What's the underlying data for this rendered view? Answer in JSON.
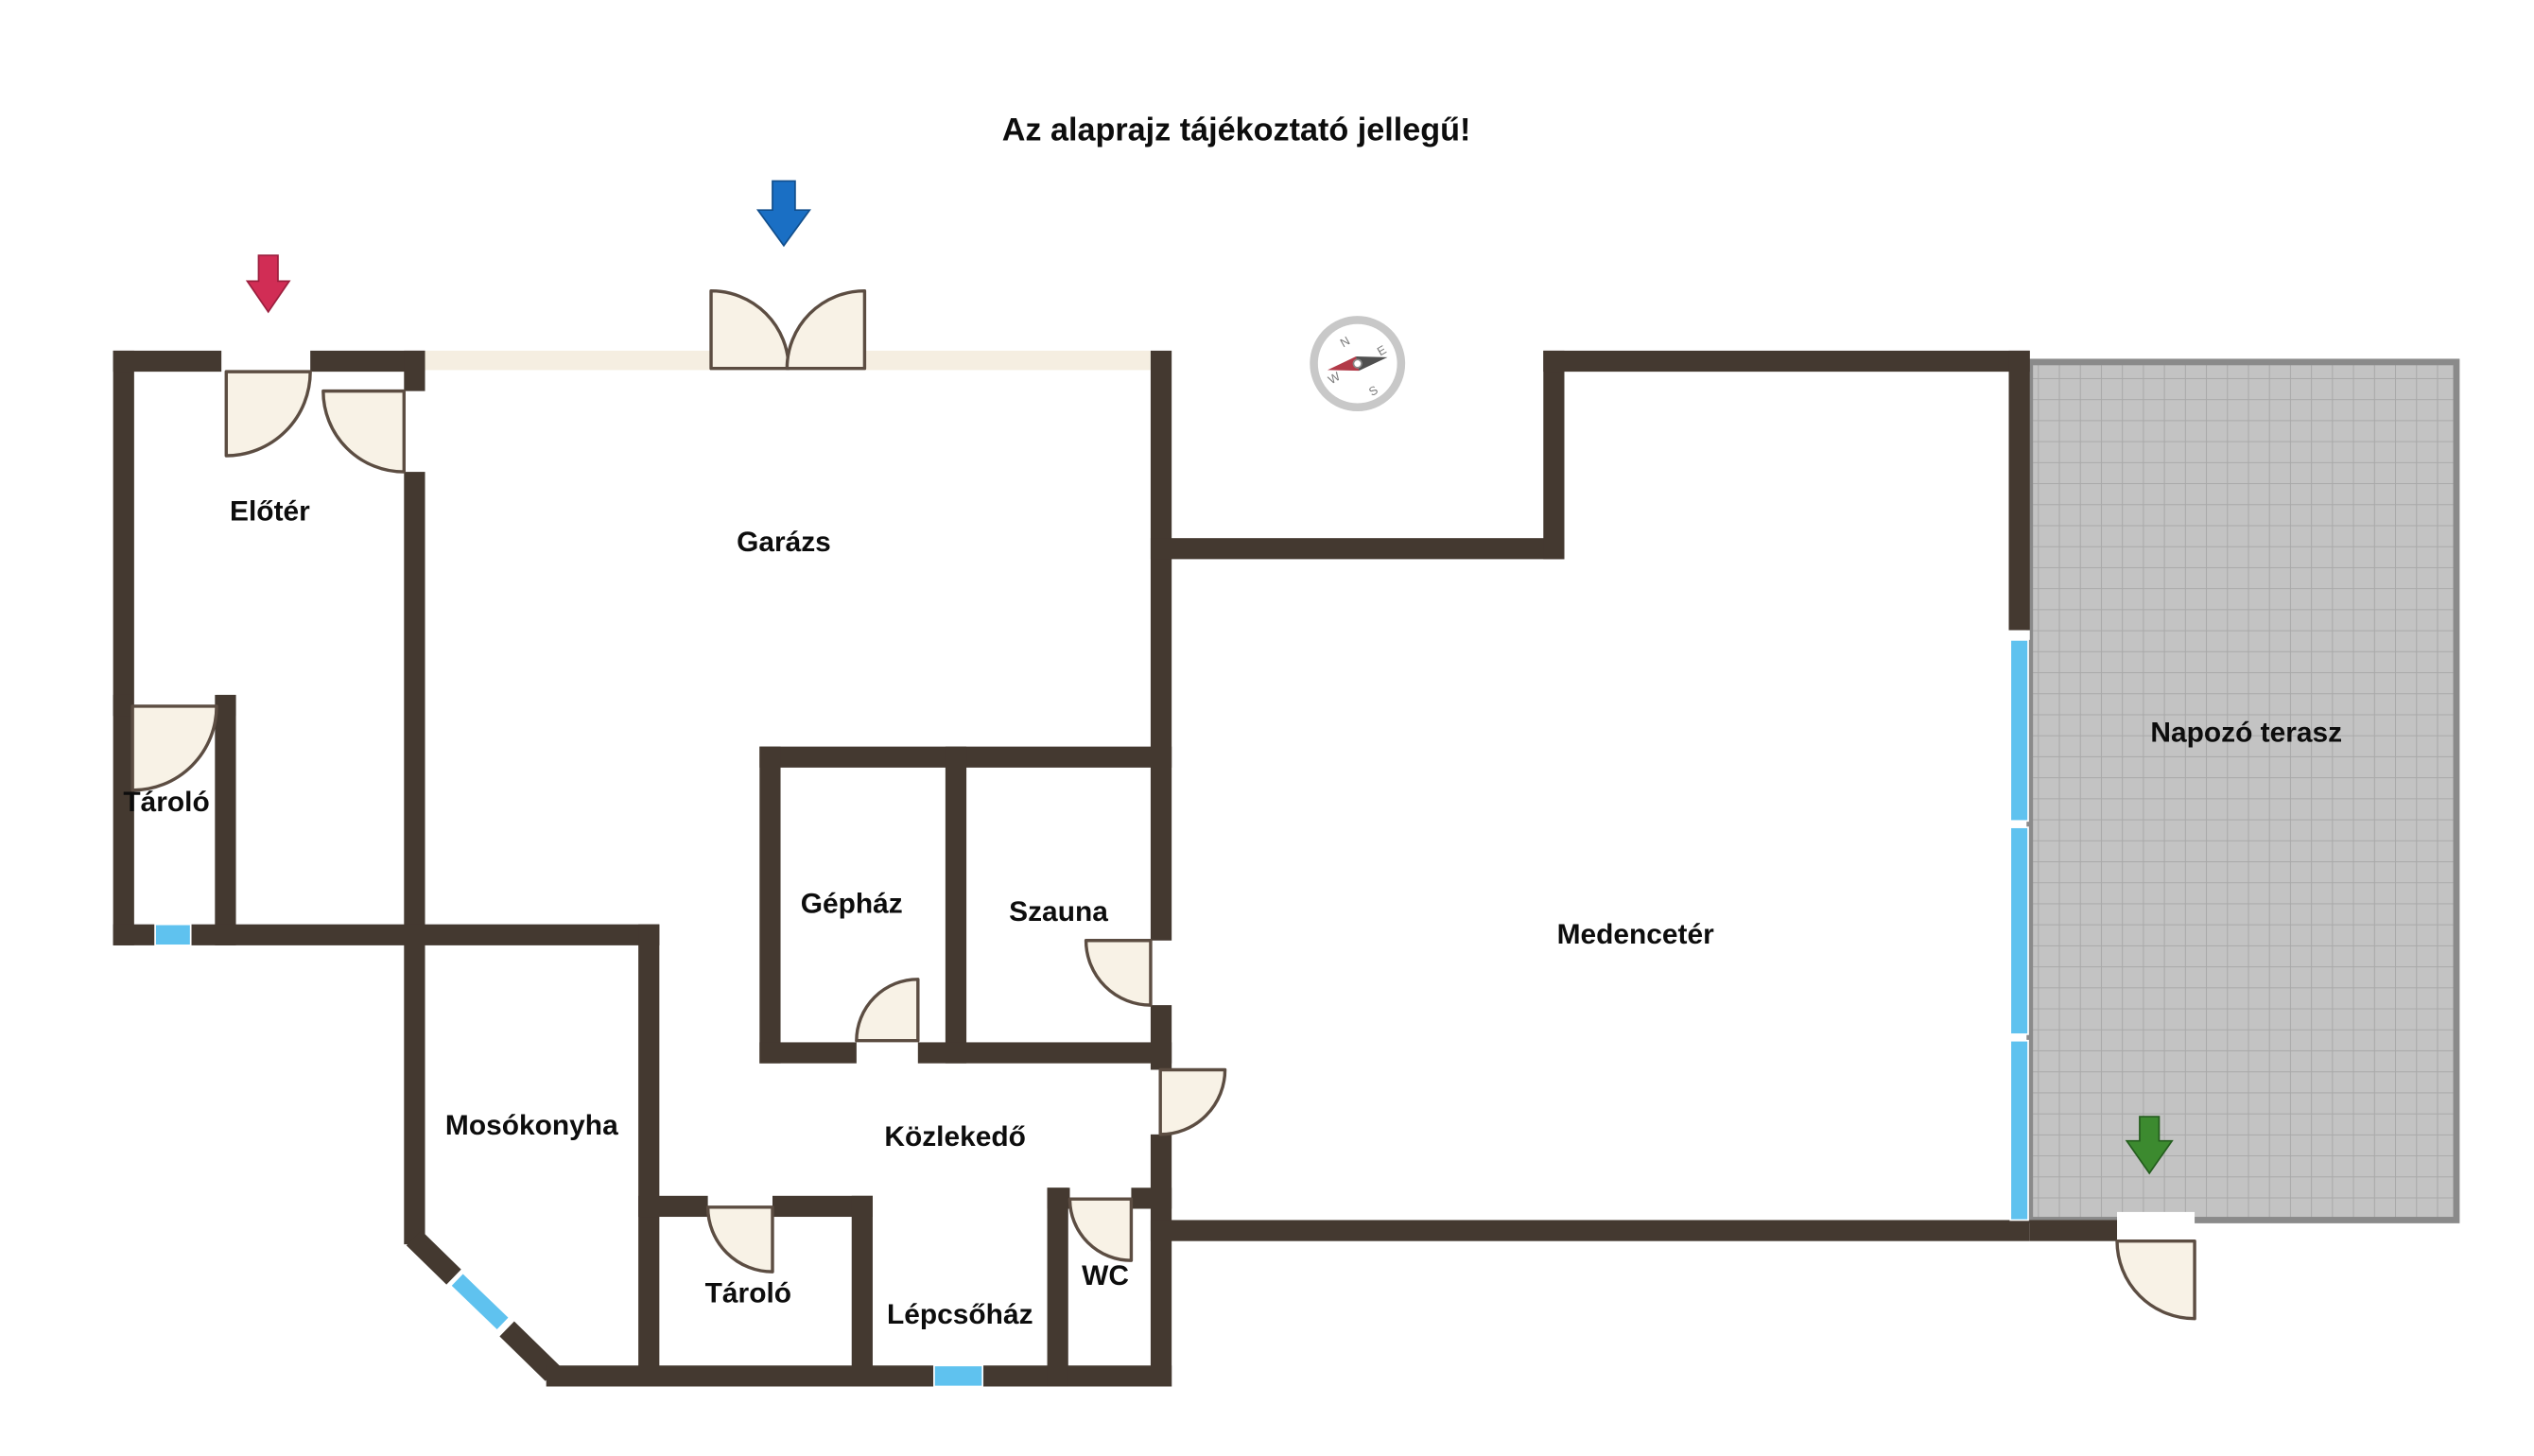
{
  "title": "Az alaprajz tájékoztató jellegű!",
  "rooms": {
    "eloter": "Előtér",
    "garazs": "Garázs",
    "tarolo1": "Tároló",
    "gephaz": "Gépház",
    "szauna": "Szauna",
    "medenceter": "Medencetér",
    "napozo_terasz": "Napozó terasz",
    "mosokonyha": "Mosókonyha",
    "kozlekedo": "Közlekedő",
    "tarolo2": "Tároló",
    "lepcsohaz": "Lépcsőház",
    "wc": "WC"
  },
  "compass": {
    "n": "N",
    "e": "E",
    "s": "S",
    "w": "W"
  },
  "colors": {
    "wall": "#443930",
    "door_fill": "#f8f2e6",
    "garage_wall_light": "#f5eee1",
    "window_glass": "#5fc2ef",
    "terrace_tile": "#c3c3c3",
    "terrace_grout": "#a9a9a9",
    "arrow_red": "#d12d55",
    "arrow_blue": "#1a6fc4",
    "arrow_green": "#3c8a2f"
  }
}
